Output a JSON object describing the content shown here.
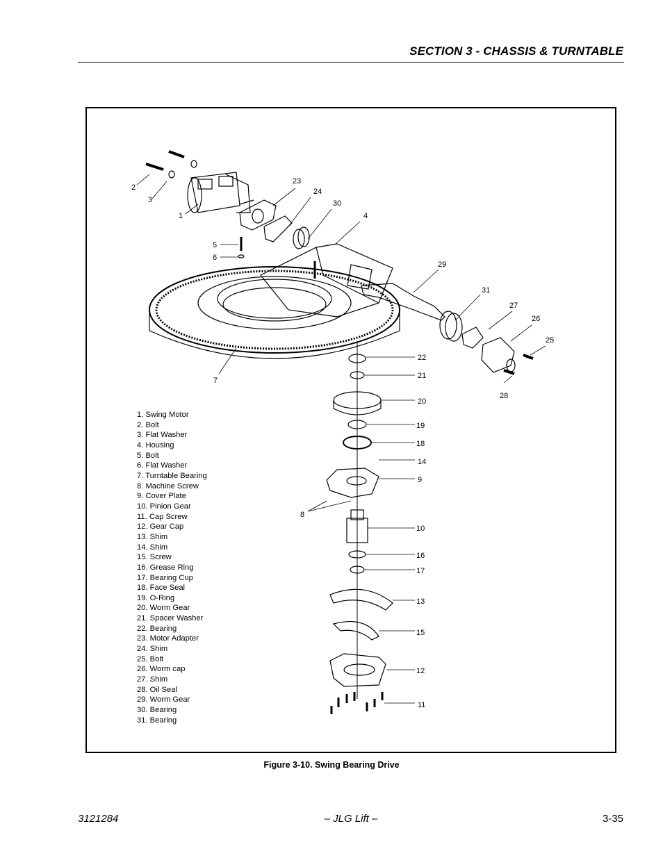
{
  "header": {
    "section_title": "SECTION 3 - CHASSIS & TURNTABLE"
  },
  "figure": {
    "caption": "Figure 3-10.  Swing Bearing Drive",
    "legend": [
      "1.   Swing Motor",
      "2.   Bolt",
      "3.   Flat Washer",
      "4.   Housing",
      "5.   Bolt",
      "6.   Flat Washer",
      "7.   Turntable Bearing",
      "8.   Machine Screw",
      "9.   Cover Plate",
      "10. Pinion Gear",
      "11. Cap Screw",
      "12. Gear Cap",
      "13. Shim",
      "14. Shim",
      "15. Screw",
      "16. Grease Ring",
      "17. Bearing Cup",
      "18. Face Seal",
      "19. O-Ring",
      "20. Worm Gear",
      "21. Spacer Washer",
      "22. Bearing",
      "23. Motor Adapter",
      "24. Shim",
      "25. Bolt",
      "26. Worm cap",
      "27. Shim",
      "28. Oil Seal",
      "29.  Worm Gear",
      "30. Bearing",
      "31. Bearing"
    ],
    "callouts": [
      "1",
      "2",
      "3",
      "4",
      "5",
      "6",
      "7",
      "8",
      "9",
      "10",
      "11",
      "12",
      "13",
      "14",
      "15",
      "16",
      "17",
      "18",
      "19",
      "20",
      "21",
      "22",
      "23",
      "24",
      "25",
      "26",
      "27",
      "28",
      "29",
      "30",
      "31"
    ]
  },
  "footer": {
    "doc_number": "3121284",
    "center": "– JLG Lift –",
    "page_number": "3-35"
  }
}
